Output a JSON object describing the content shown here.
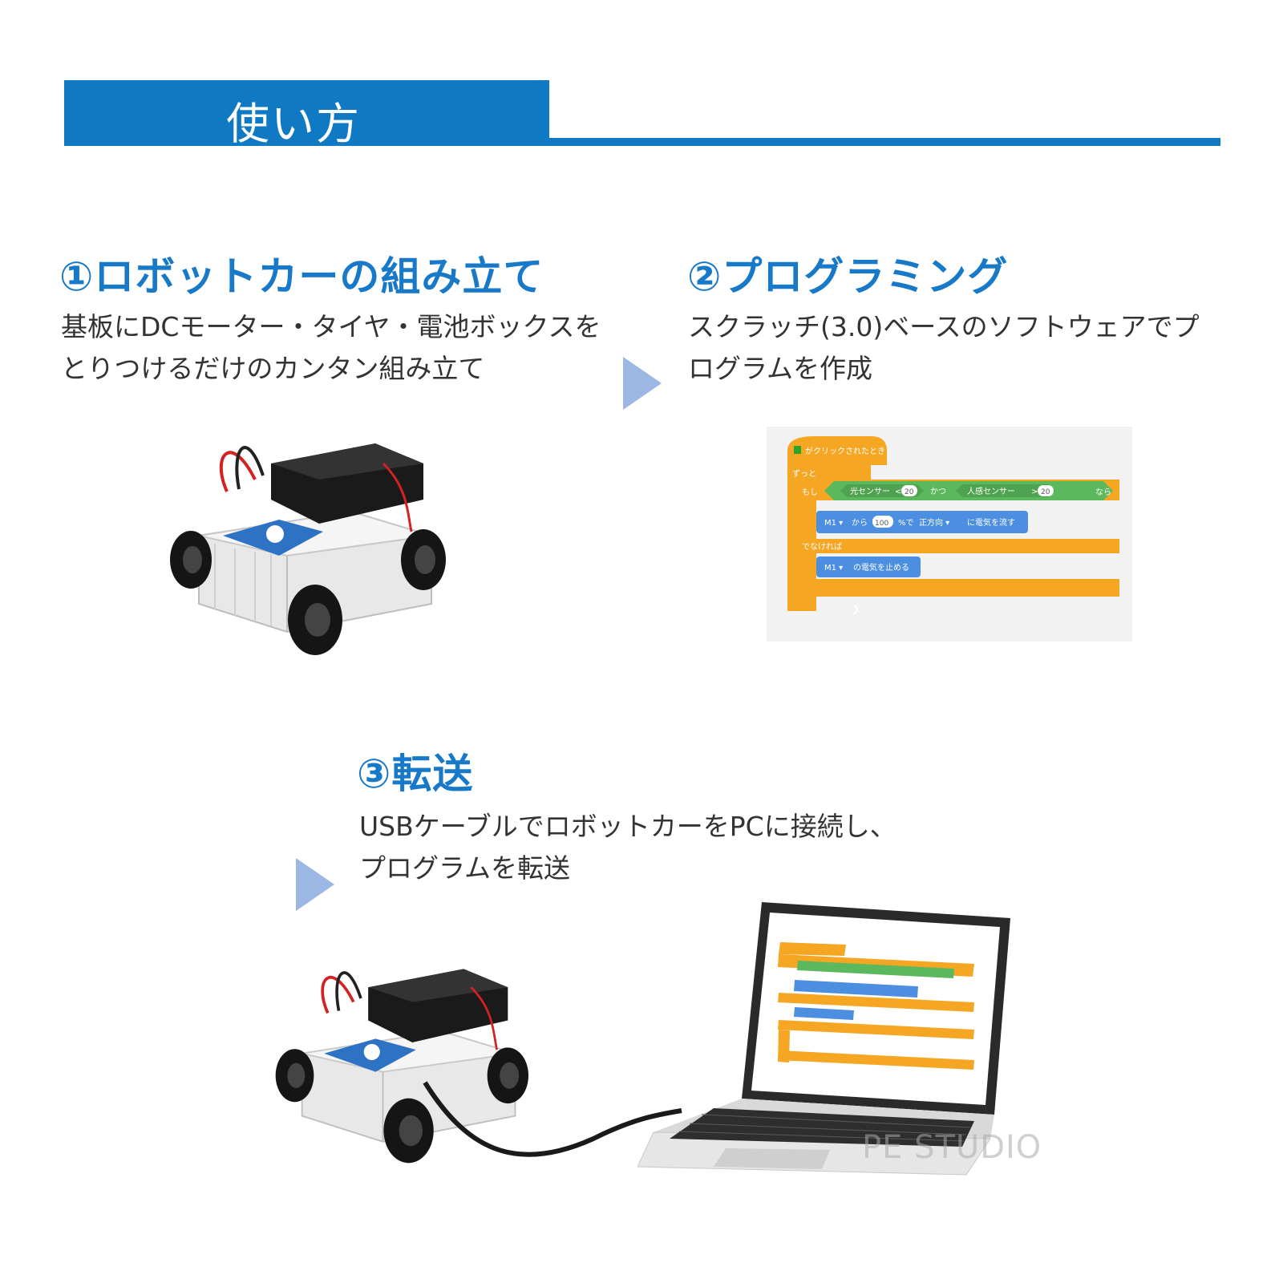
{
  "header": {
    "title": "使い方"
  },
  "steps": [
    {
      "title": "①ロボットカーの組み立て",
      "lines": [
        "基板にDCモーター・タイヤ・電池ボックスを",
        "とりつけるだけのカンタン組み立て"
      ]
    },
    {
      "title": "②プログラミング",
      "lines": [
        "スクラッチ(3.0)ベースのソフトウェアでプ",
        "ログラムを作成"
      ]
    },
    {
      "title": "③転送",
      "lines": [
        "USBケーブルでロボットカーをPCに接続し、",
        "プログラムを転送"
      ]
    }
  ],
  "scratch": {
    "hat": "がクリックされたとき",
    "forever": "ずっと",
    "if": "もし",
    "sensor_light": "光センサー",
    "op_lt": "<",
    "val_a": "20",
    "and": "かつ",
    "sensor_human": "人感センサー",
    "op_gt": ">",
    "val_b": "20",
    "then": "なら",
    "motor": "M1 ▾",
    "from": "から",
    "power": "100",
    "pct": "%で",
    "direction": "正方向 ▾",
    "run": "に電気を流す",
    "else": "でなければ",
    "motor2": "M1 ▾",
    "stop": "の電気を止める"
  },
  "watermark": "PE STUDIO",
  "colors": {
    "brand_blue": "#0f79c4",
    "title_blue": "#1779c8",
    "arrow": "#9cb7e3",
    "scratch_orange": "#f5a623",
    "scratch_green": "#5cb85c",
    "scratch_blue": "#4c8fe0"
  }
}
